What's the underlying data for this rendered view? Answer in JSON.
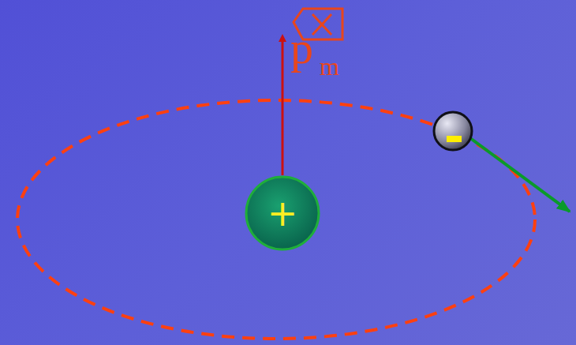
{
  "diagram": {
    "nodes": [
      {
        "text": [
          "+"
        ]
      }
    ],
    "labels": [
      "p",
      "m"
    ]
  }
}
